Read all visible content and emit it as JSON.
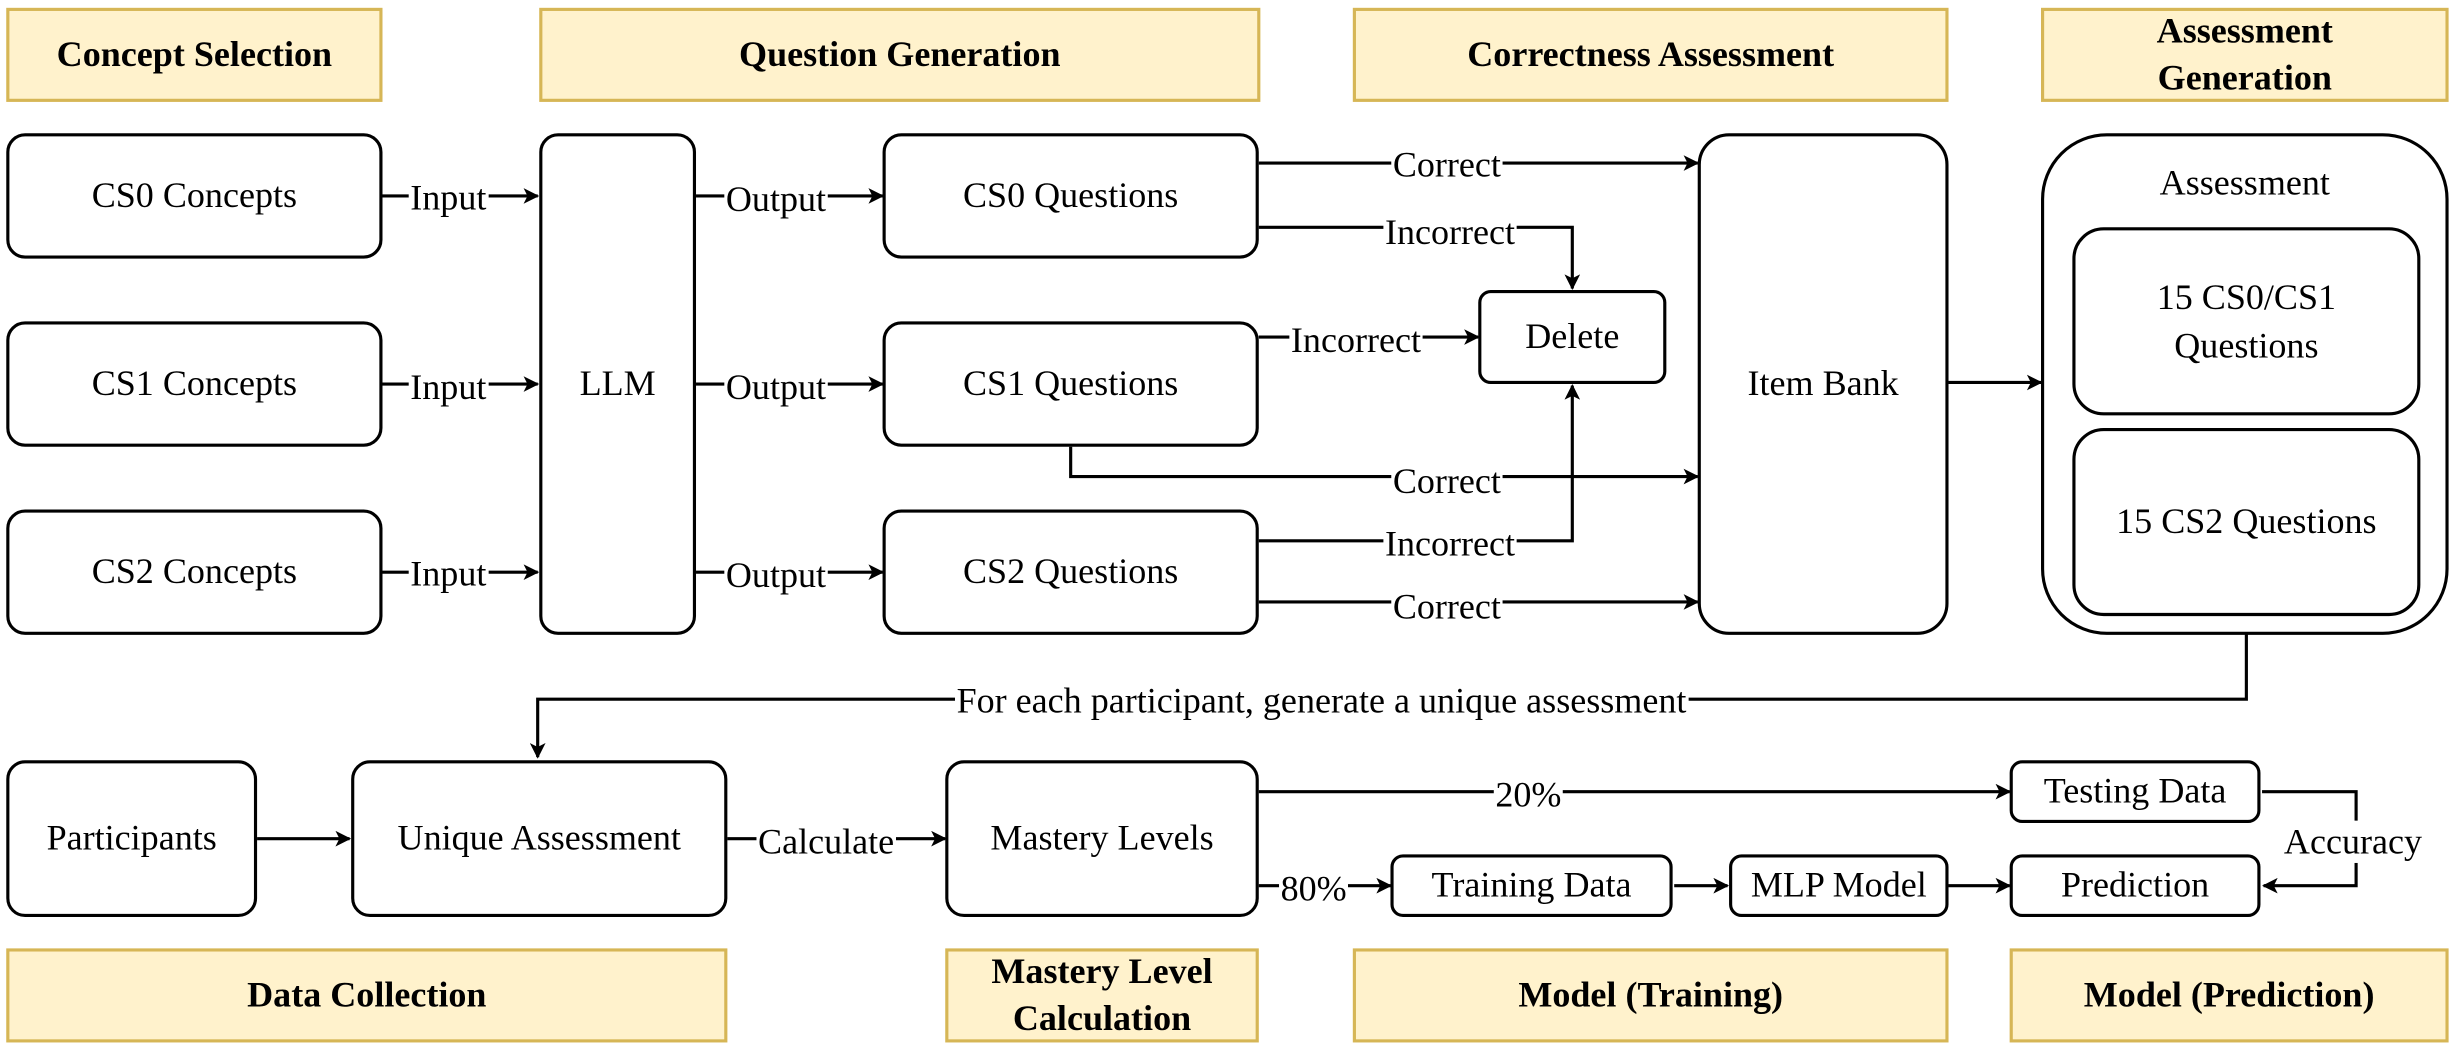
{
  "stages": {
    "concept_selection": "Concept Selection",
    "question_generation": "Question Generation",
    "correctness_assessment": "Correctness Assessment",
    "assessment_generation": "Assessment Generation",
    "data_collection": "Data Collection",
    "mastery_level_calculation": "Mastery Level Calculation",
    "model_training": "Model (Training)",
    "model_prediction": "Model (Prediction)"
  },
  "nodes": {
    "cs0_concepts": "CS0 Concepts",
    "cs1_concepts": "CS1 Concepts",
    "cs2_concepts": "CS2 Concepts",
    "llm": "LLM",
    "cs0_questions": "CS0 Questions",
    "cs1_questions": "CS1 Questions",
    "cs2_questions": "CS2 Questions",
    "delete": "Delete",
    "item_bank": "Item Bank",
    "assessment": "Assessment",
    "cs0_cs1_questions": "15 CS0/CS1 Questions",
    "cs2_questions_15": "15 CS2 Questions",
    "participants": "Participants",
    "unique_assessment": "Unique Assessment",
    "mastery_levels": "Mastery Levels",
    "testing_data": "Testing Data",
    "training_data": "Training Data",
    "mlp_model": "MLP Model",
    "prediction": "Prediction"
  },
  "edge_labels": {
    "input": "Input",
    "output": "Output",
    "correct": "Correct",
    "incorrect": "Incorrect",
    "for_each": "For each participant, generate a unique assessment",
    "calculate": "Calculate",
    "split_test": "20%",
    "split_train": "80%",
    "accuracy": "Accuracy"
  }
}
